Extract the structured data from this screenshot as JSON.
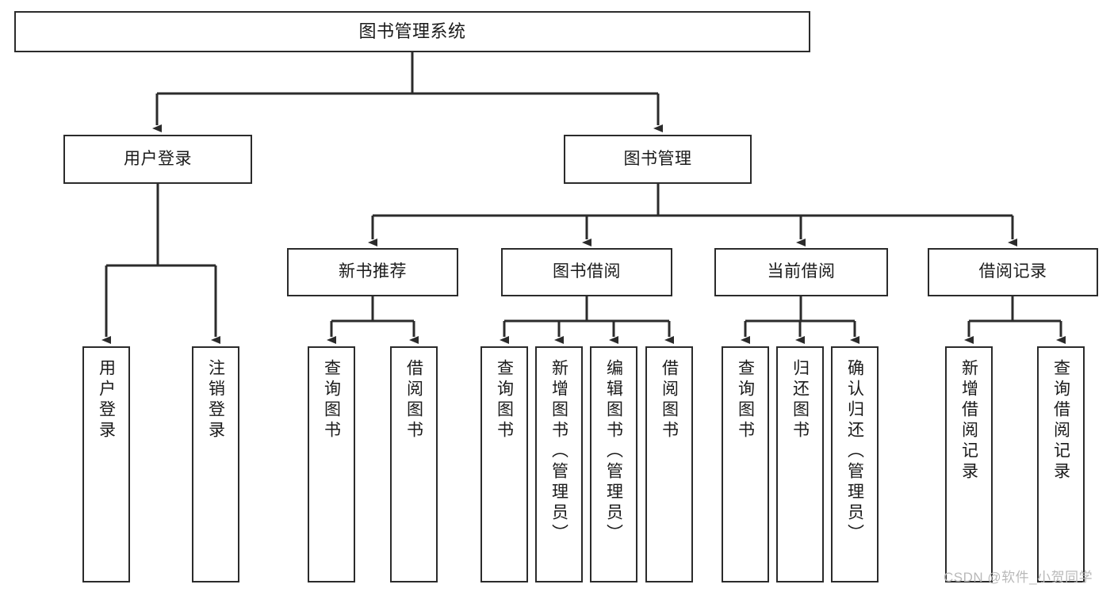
{
  "diagram": {
    "title": "图书管理系统",
    "type": "functional-decomposition-tree",
    "root": {
      "id": "root",
      "label": "图书管理系统"
    },
    "level2": [
      {
        "id": "user-login",
        "label": "用户登录"
      },
      {
        "id": "book-management",
        "label": "图书管理"
      }
    ],
    "level3": [
      {
        "id": "new-book-recommend",
        "label": "新书推荐"
      },
      {
        "id": "book-borrow",
        "label": "图书借阅"
      },
      {
        "id": "current-borrow",
        "label": "当前借阅"
      },
      {
        "id": "borrow-record",
        "label": "借阅记录"
      }
    ],
    "leaves": {
      "user_login": [
        {
          "id": "leaf-user-login",
          "label": "用户登录"
        },
        {
          "id": "leaf-logout-login",
          "label": "注销登录"
        }
      ],
      "new_book_recommend": [
        {
          "id": "leaf-query-book-1",
          "label": "查询图书"
        },
        {
          "id": "leaf-borrow-book-1",
          "label": "借阅图书"
        }
      ],
      "book_borrow": [
        {
          "id": "leaf-query-book-2",
          "label": "查询图书"
        },
        {
          "id": "leaf-add-book",
          "label": "新增图书（管理员）"
        },
        {
          "id": "leaf-edit-book",
          "label": "编辑图书（管理员）"
        },
        {
          "id": "leaf-borrow-book-2",
          "label": "借阅图书"
        }
      ],
      "current_borrow": [
        {
          "id": "leaf-query-book-3",
          "label": "查询图书"
        },
        {
          "id": "leaf-return-book",
          "label": "归还图书"
        },
        {
          "id": "leaf-confirm-return",
          "label": "确认归还（管理员）"
        }
      ],
      "borrow_record": [
        {
          "id": "leaf-add-record",
          "label": "新增借阅记录"
        },
        {
          "id": "leaf-query-record",
          "label": "查询借阅记录"
        }
      ]
    }
  },
  "watermark": {
    "text": "CSDN @软件_小贺同学"
  },
  "colors": {
    "stroke": "#2b2b2b",
    "background": "#ffffff",
    "text": "#1a1a1a",
    "watermark": "#b9b9b9"
  }
}
